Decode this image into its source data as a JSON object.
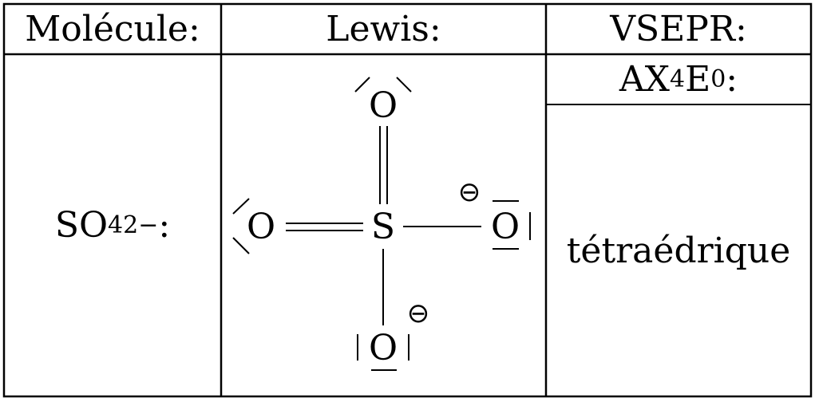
{
  "table": {
    "headers": {
      "molecule": "Molécule:",
      "lewis": "Lewis:",
      "vsepr": "VSEPR:"
    },
    "row": {
      "molecule_base": "SO",
      "molecule_sub": "4",
      "molecule_charge": "2−",
      "molecule_colon": ":",
      "vsepr_A": "AX",
      "vsepr_x_sub": "4",
      "vsepr_E": "E",
      "vsepr_e_sub": "0",
      "vsepr_colon": ":",
      "geometry": "tétraédrique"
    }
  },
  "lewis": {
    "central_atom": "S",
    "top_atom": "O",
    "left_atom": "O",
    "right_atom": "O",
    "bottom_atom": "O",
    "charge_symbol": "⊖"
  }
}
